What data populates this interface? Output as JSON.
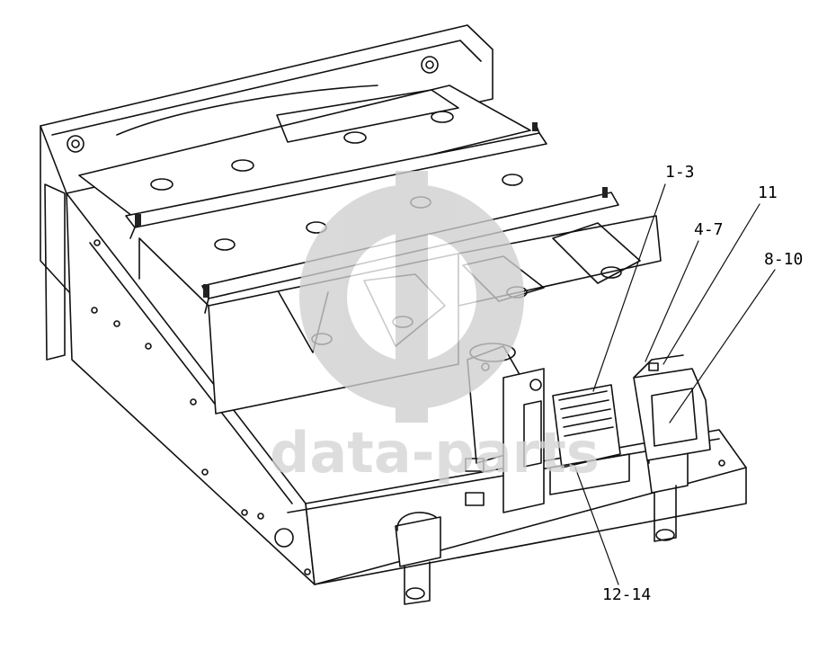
{
  "diagram": {
    "watermark": "data-parts",
    "callouts": [
      {
        "id": "c1",
        "label": "1-3"
      },
      {
        "id": "c2",
        "label": "4-7"
      },
      {
        "id": "c3",
        "label": "11"
      },
      {
        "id": "c4",
        "label": "8-10"
      },
      {
        "id": "c5",
        "label": "12-14"
      }
    ]
  }
}
